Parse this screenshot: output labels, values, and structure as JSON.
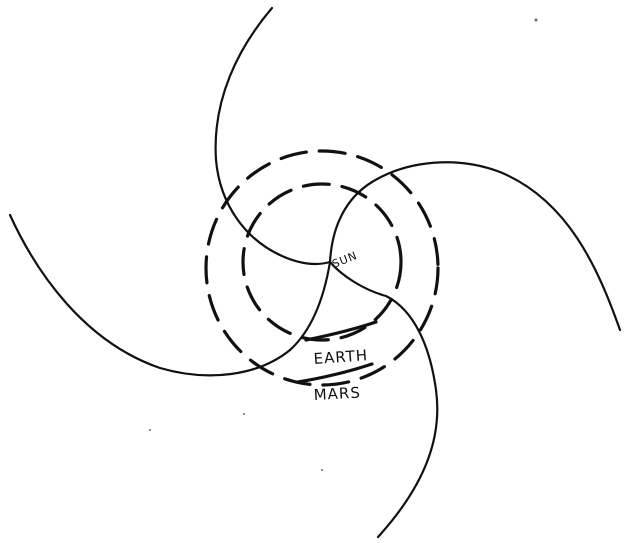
{
  "diagram": {
    "labels": {
      "sun": "SUN",
      "earth": "EARTH",
      "mars": "MARS"
    },
    "orbits": [
      {
        "name": "earth-orbit",
        "style": "dashed"
      },
      {
        "name": "mars-orbit",
        "style": "dashed"
      }
    ],
    "spiral_arms": 4,
    "colors": {
      "ink": "#111111",
      "background": "#ffffff"
    }
  }
}
